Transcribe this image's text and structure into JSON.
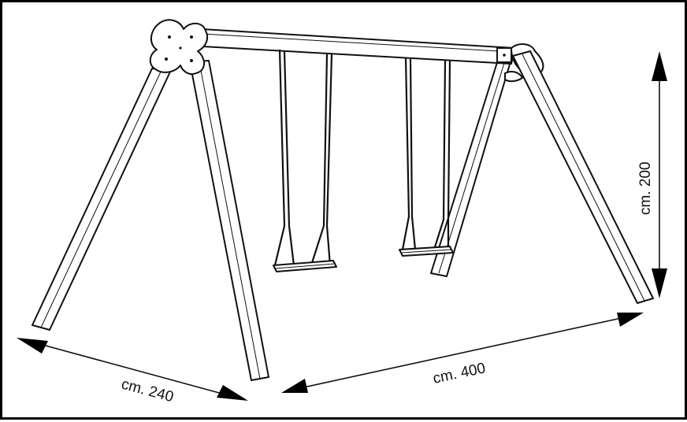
{
  "figure": {
    "subject": "double swing set",
    "dimensions": {
      "width": {
        "label": "cm. 240"
      },
      "length": {
        "label": "cm. 400"
      },
      "height": {
        "label": "cm. 200"
      }
    }
  },
  "colors": {
    "line": "#111111",
    "background": "#ffffff",
    "frame": "#000000"
  }
}
